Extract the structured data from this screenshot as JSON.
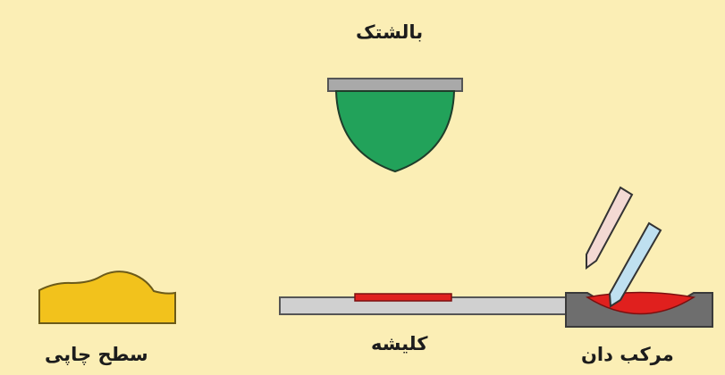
{
  "labels": {
    "pad": "بالشتک",
    "print_surface": "سطح چاپی",
    "cliche": "کلیشه",
    "ink_well": "مرکب دان"
  },
  "colors": {
    "background": "#fbeeb5",
    "pad_rubber": "#22a25a",
    "pad_plate": "#a9a9a9",
    "surface": "#f2c21c",
    "cliche": "#d0d0d0",
    "ink": "#e0201e",
    "doctor_blade_light": "#f3d9d3",
    "doctor_blade_blue": "#bfe0f0"
  }
}
